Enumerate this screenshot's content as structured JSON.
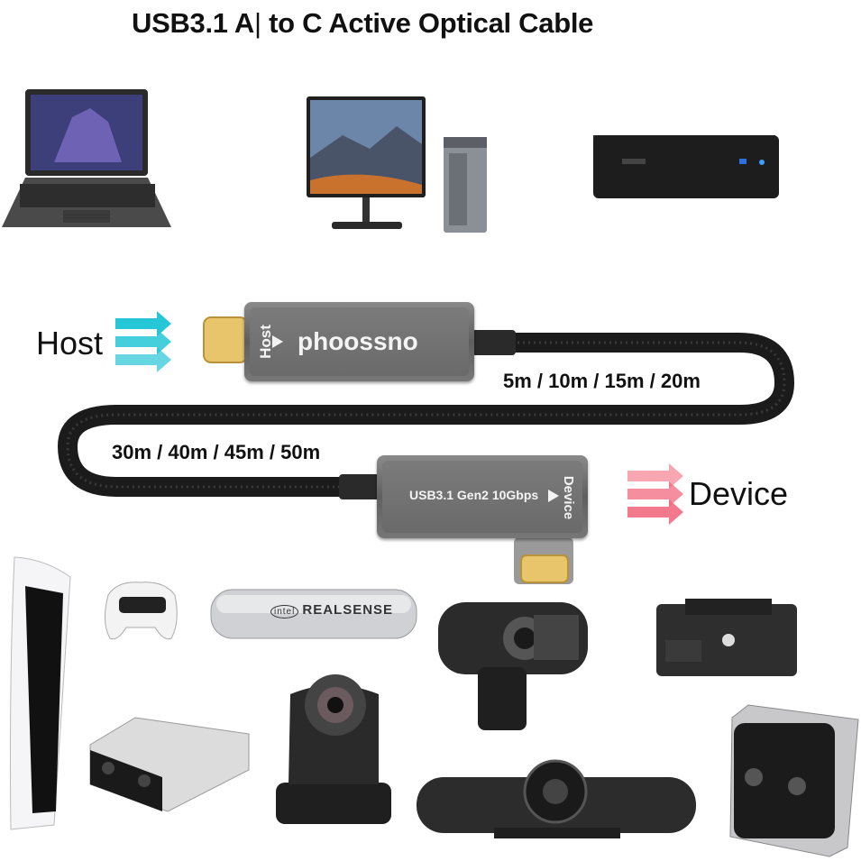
{
  "title": {
    "part1": "USB3.1 A",
    "sep": "|",
    "part2": " to ",
    "part3": "C",
    "part4": "  Active Optical Cable"
  },
  "cable": {
    "brand": "phoossno",
    "host_label": "Host",
    "device_label": "Device",
    "spec_label": "USB3.1 Gen2 10Gbps",
    "host_plug_text": "Host",
    "device_plug_text": "Device",
    "lengths_short": "5m / 10m / 15m / 20m",
    "lengths_long": "30m / 40m / 45m / 50m"
  },
  "device_logo": {
    "brand": "intel",
    "product": "REALSENSE"
  },
  "colors": {
    "host_arrows": "#25c6d6",
    "device_arrows": "#f26a7f",
    "cable": "#1b1b1b",
    "connector": "#e8c56a",
    "plug": "#6e6e6e"
  }
}
